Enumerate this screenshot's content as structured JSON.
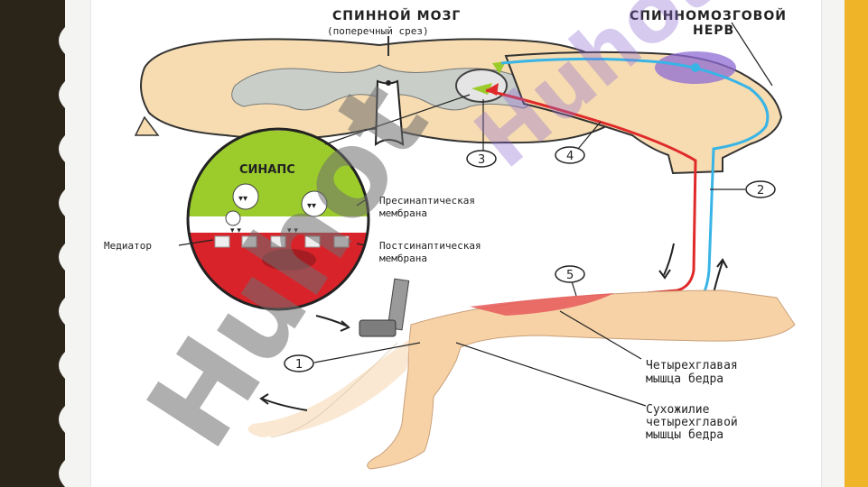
{
  "labels": {
    "title_line1": "СПИННОЙ МОЗГ",
    "title_line2": "(поперечный срез)",
    "nerve_line1": "СПИННОМОЗГОВОЙ",
    "nerve_line2": "НЕРВ",
    "synapse": "СИНАПС",
    "presyn_line1": "Пресинаптическая",
    "presyn_line2": "мембрана",
    "postsyn_line1": "Постсинаптическая",
    "postsyn_line2": "мембрана",
    "mediator": "Медиатор",
    "muscle_line1": "Четырехглавая",
    "muscle_line2": "мышца бедра",
    "tendon_line1": "Сухожилие",
    "tendon_line2": "четырехглавой",
    "tendon_line3": "мышцы бедра"
  },
  "markers": {
    "m1": "1",
    "m2": "2",
    "m3": "3",
    "m4": "4",
    "m5": "5"
  },
  "watermark": "Huhot",
  "colors": {
    "sensory_nerve": "#38b4e6",
    "motor_nerve": "#e02a2a",
    "spinal_cord": "#f6dcb0",
    "grey_matter": "#c9cfc8",
    "skin": "#f6d2a6",
    "watermark_dark": "#6f6f6f",
    "watermark_purple": "#8e6bd3",
    "accent_right": "#f0b429",
    "left_band": "#2a2419"
  }
}
